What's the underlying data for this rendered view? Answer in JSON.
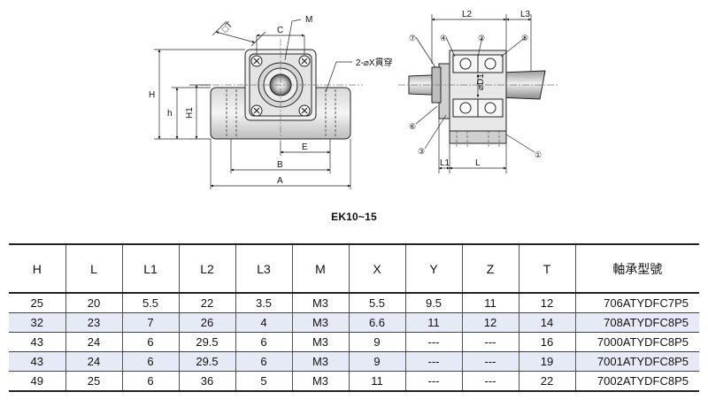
{
  "drawing": {
    "left_view": {
      "dim_square_t": "□T",
      "dim_m": "M",
      "dim_c": "C",
      "dim_h": "H",
      "dim_h_small": "h",
      "dim_h1": "H1",
      "dim_e": "E",
      "dim_b": "B",
      "dim_a": "A",
      "hole_note": "2-⌀X貫穿"
    },
    "right_view": {
      "dim_l2": "L2",
      "dim_l3": "L3",
      "dim_d1": "⌀D1",
      "dim_l1": "L1",
      "dim_l": "L",
      "callouts": [
        "⑦",
        "④",
        "②",
        "⑤",
        "⑥",
        "③",
        "①"
      ]
    }
  },
  "caption": "EK10~15",
  "table": {
    "headers": [
      "H",
      "L",
      "L1",
      "L2",
      "L3",
      "M",
      "X",
      "Y",
      "Z",
      "T",
      "軸承型號"
    ],
    "rows": [
      [
        "25",
        "20",
        "5.5",
        "22",
        "3.5",
        "M3",
        "5.5",
        "9.5",
        "11",
        "12",
        "706ATYDFC7P5"
      ],
      [
        "32",
        "23",
        "7",
        "26",
        "4",
        "M3",
        "6.6",
        "11",
        "12",
        "14",
        "708ATYDFC8P5"
      ],
      [
        "43",
        "24",
        "6",
        "29.5",
        "6",
        "M3",
        "9",
        "---",
        "---",
        "16",
        "7000ATYDFC8P5"
      ],
      [
        "43",
        "24",
        "6",
        "29.5",
        "6",
        "M3",
        "9",
        "---",
        "---",
        "19",
        "7001ATYDFC8P5"
      ],
      [
        "49",
        "25",
        "6",
        "36",
        "5",
        "M3",
        "11",
        "---",
        "---",
        "22",
        "7002ATYDFC8P5"
      ]
    ]
  }
}
